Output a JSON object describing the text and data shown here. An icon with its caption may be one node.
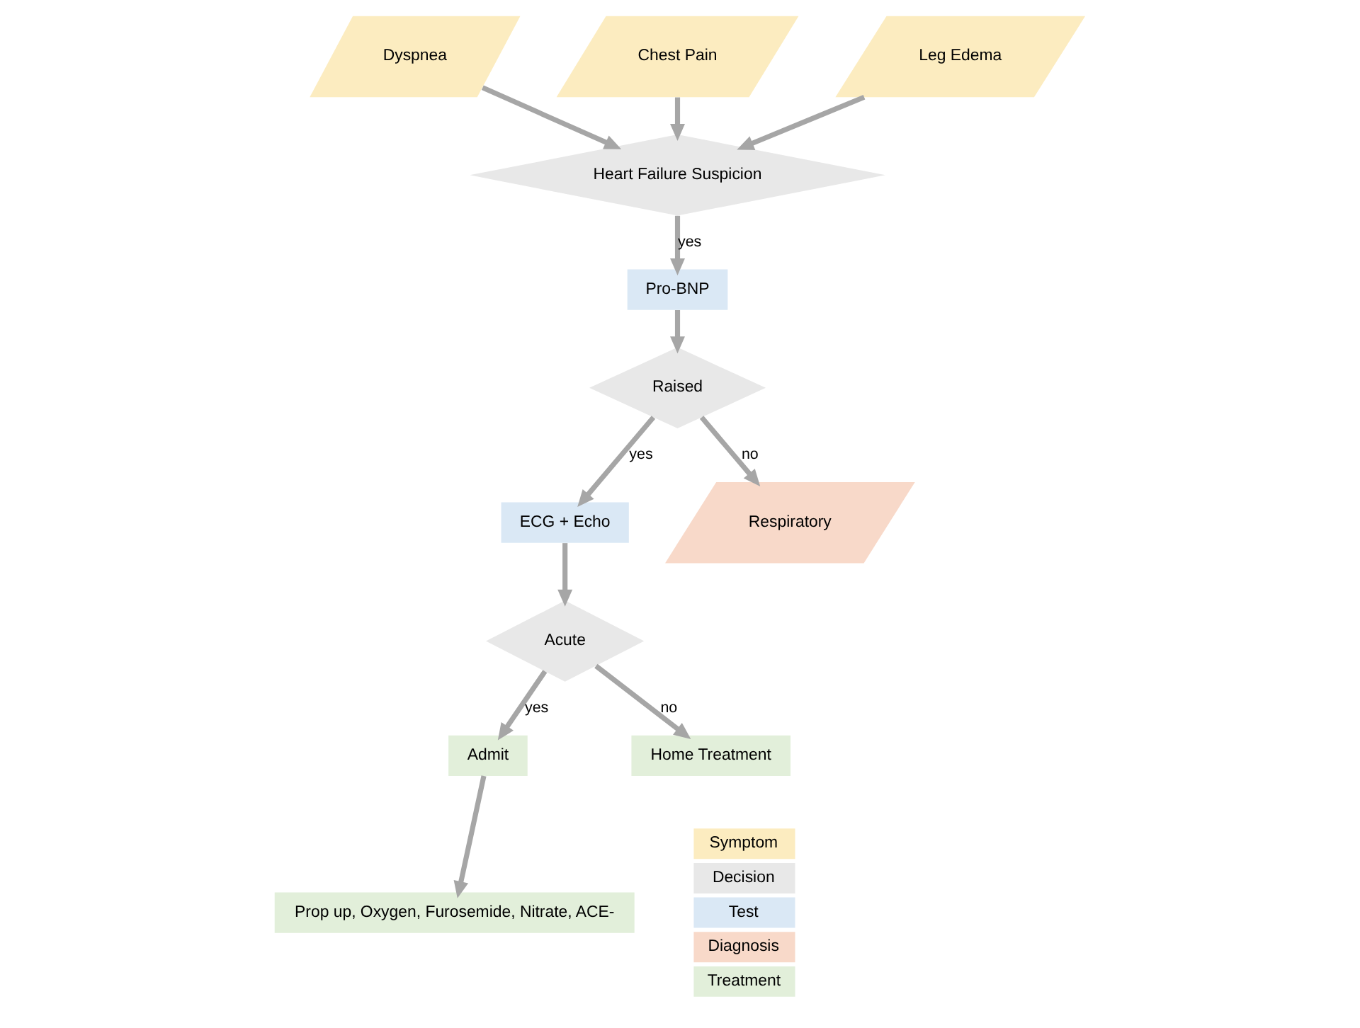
{
  "diagram": {
    "nodes": [
      {
        "text": [
          "Dyspnea"
        ]
      },
      {
        "text": [
          "Chest Pain"
        ]
      },
      {
        "text": [
          "Leg Edema"
        ]
      },
      {
        "text": [
          "Heart Failure Suspicion"
        ]
      },
      {
        "text": [
          "Pro-BNP"
        ]
      },
      {
        "text": [
          "Raised"
        ]
      },
      {
        "text": [
          "ECG + Echo"
        ]
      },
      {
        "text": [
          "Respiratory"
        ]
      },
      {
        "text": [
          "Acute"
        ]
      },
      {
        "text": [
          "Admit"
        ]
      },
      {
        "text": [
          "Home Treatment"
        ]
      },
      {
        "text": [
          "Prop up, Oxygen, Furosemide, Nitrate, ACE-"
        ]
      }
    ],
    "edges": [
      {
        "from": 0,
        "to": 3,
        "arrow": "to"
      },
      {
        "from": 1,
        "to": 3,
        "arrow": "to"
      },
      {
        "from": 2,
        "to": 3,
        "arrow": "to"
      },
      {
        "from": 3,
        "to": 4,
        "arrow": "to",
        "label": "yes"
      },
      {
        "from": 4,
        "to": 5,
        "arrow": "to"
      },
      {
        "from": 5,
        "to": 6,
        "arrow": "to",
        "label": "yes"
      },
      {
        "from": 5,
        "to": 7,
        "arrow": "to",
        "label": "no"
      },
      {
        "from": 6,
        "to": 8,
        "arrow": "to"
      },
      {
        "from": 8,
        "to": 9,
        "arrow": "to",
        "label": "yes"
      },
      {
        "from": 8,
        "to": 10,
        "arrow": "to",
        "label": "no"
      },
      {
        "from": 9,
        "to": 11,
        "arrow": "to"
      }
    ],
    "legend": [
      {
        "text": "Symptom",
        "color": "#fcecc0"
      },
      {
        "text": "Decision",
        "color": "#e8e8e8"
      },
      {
        "text": "Test",
        "color": "#dae8f5"
      },
      {
        "text": "Diagnosis",
        "color": "#f8d9c9"
      },
      {
        "text": "Treatment",
        "color": "#e2efda"
      }
    ]
  }
}
